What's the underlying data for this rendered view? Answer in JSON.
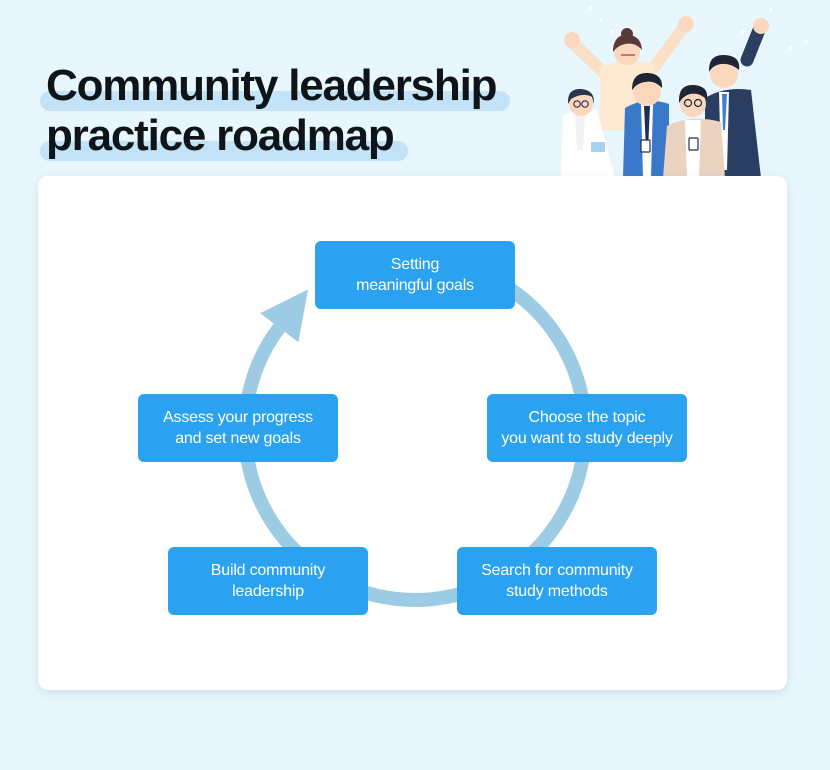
{
  "title": {
    "line1": "Community leadership",
    "line2": "practice roadmap"
  },
  "colors": {
    "background": "#e8f6fd",
    "card": "#ffffff",
    "node": "#2ba2f0",
    "cycle_arrow": "#9dcbe4",
    "title_highlight": "#c2e3f7"
  },
  "illustration": {
    "icon": "cheering-office-team"
  },
  "roadmap": {
    "steps": [
      {
        "lines": [
          "Setting",
          "meaningful goals"
        ]
      },
      {
        "lines": [
          "Choose the topic",
          "you want to study deeply"
        ]
      },
      {
        "lines": [
          "Search for community",
          "study methods"
        ]
      },
      {
        "lines": [
          "Build community",
          "leadership"
        ]
      },
      {
        "lines": [
          "Assess your progress",
          "and set new goals"
        ]
      }
    ]
  }
}
